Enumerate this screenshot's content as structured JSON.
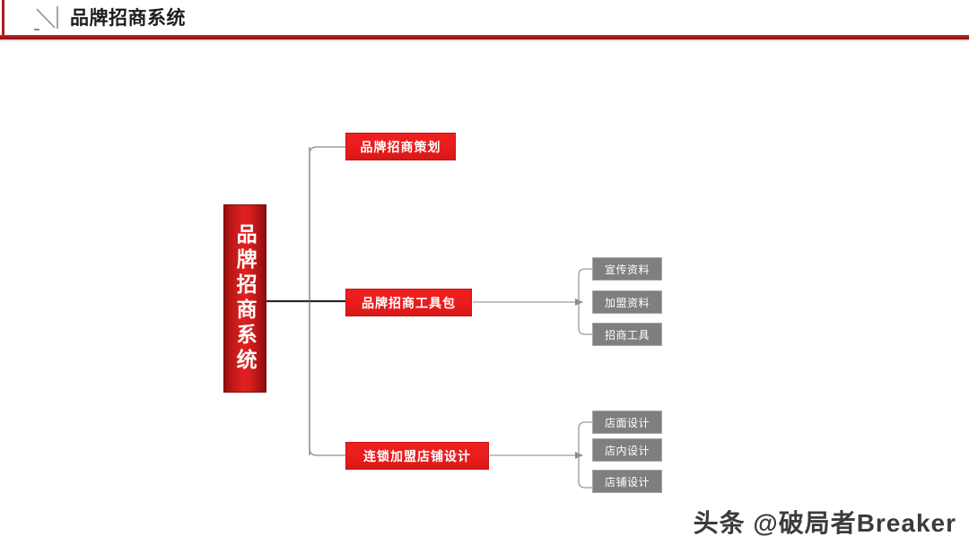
{
  "header": {
    "title": "品牌招商系统",
    "icon": "diagonal-pen-icon",
    "rule_color": "#a41616",
    "accent_color": "#b01a1a"
  },
  "diagram": {
    "type": "tree",
    "root": {
      "label": "品牌招商系统",
      "orientation": "vertical",
      "color": "#e02020"
    },
    "branches": [
      {
        "label": "品牌招商策划",
        "color": "#ea1c1c",
        "children": []
      },
      {
        "label": "品牌招商工具包",
        "color": "#ea1c1c",
        "children": [
          {
            "label": "宣传资料",
            "color": "#7f7f7f"
          },
          {
            "label": "加盟资料",
            "color": "#7f7f7f"
          },
          {
            "label": "招商工具",
            "color": "#7f7f7f"
          }
        ]
      },
      {
        "label": "连锁加盟店铺设计",
        "color": "#ea1c1c",
        "children": [
          {
            "label": "店面设计",
            "color": "#7f7f7f"
          },
          {
            "label": "店内设计",
            "color": "#7f7f7f"
          },
          {
            "label": "店铺设计",
            "color": "#7f7f7f"
          }
        ]
      }
    ]
  },
  "watermark": {
    "text": "头条 @破局者Breaker"
  }
}
